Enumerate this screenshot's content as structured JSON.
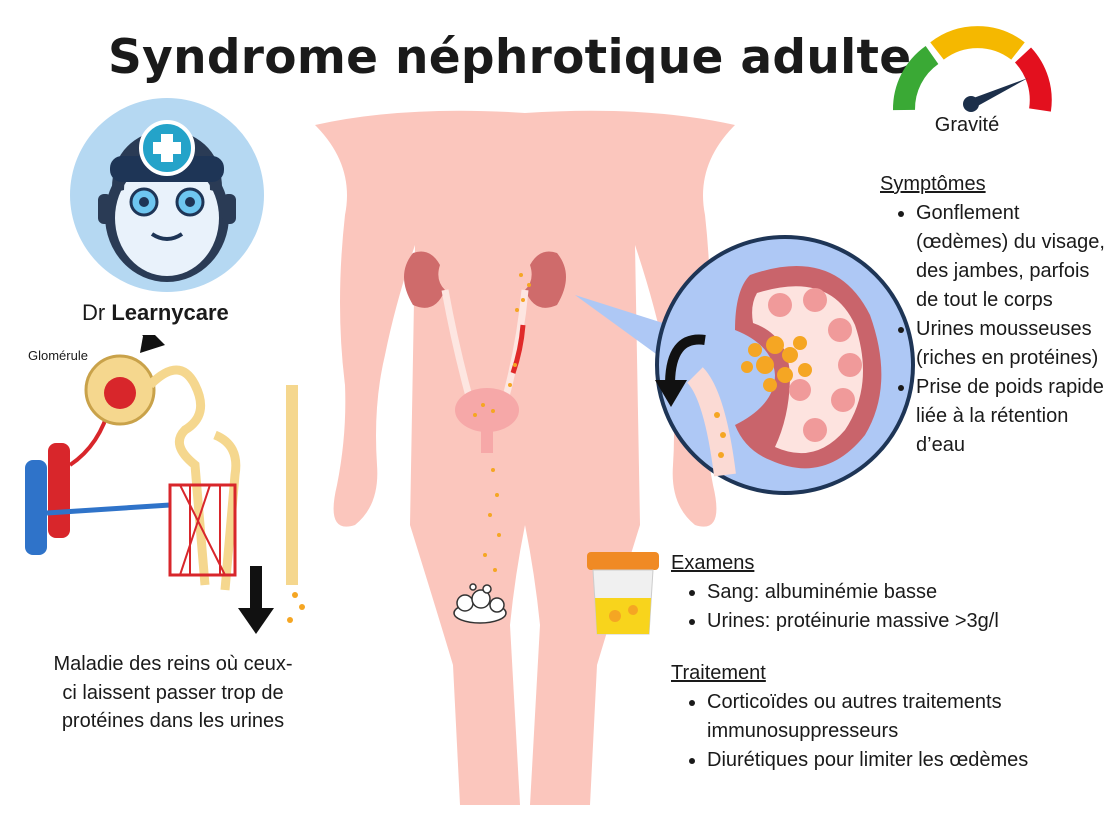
{
  "title": "Syndrome néphrotique adulte",
  "gauge": {
    "label": "Gravité",
    "colors": {
      "low": "#3aa935",
      "mid": "#f5b800",
      "high": "#e3101e",
      "needle": "#1c2f4a"
    }
  },
  "doctor": {
    "prefix": "Dr",
    "name": "Learnycare"
  },
  "glomerule_label": "Glomérule",
  "description": "Maladie des reins où ceux-ci laissent passer trop de protéines dans les urines",
  "symptomes": {
    "heading": "Symptômes",
    "items": [
      "Gonflement (œdèmes) du visage, des jambes, parfois de tout le corps",
      "Urines mousseuses (riches en protéines)",
      "Prise de poids rapide liée à la rétention d’eau"
    ]
  },
  "examens": {
    "heading": "Examens",
    "items": [
      "Sang: albuminémie basse",
      "Urines: protéinurie massive >3g/l"
    ]
  },
  "traitement": {
    "heading": "Traitement",
    "items": [
      "Corticoïdes ou autres traitements immunosuppresseurs",
      "Diurétiques pour limiter les œdèmes"
    ]
  },
  "colors": {
    "skin": "#fbc6bd",
    "kidney": "#cf6b6b",
    "protein": "#f5a623",
    "zoom_circle": "#aec8f5",
    "artery": "#d8262b",
    "vein": "#2f73c9",
    "tubule": "#f5d78e"
  }
}
